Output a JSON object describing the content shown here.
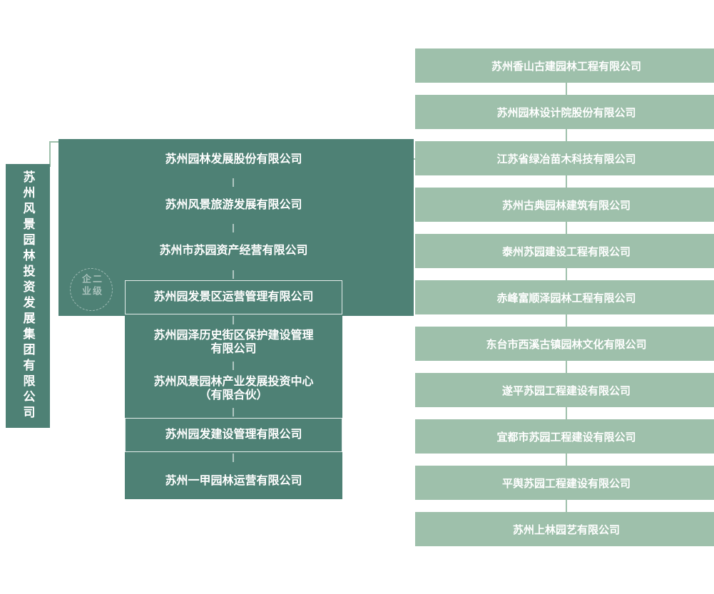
{
  "colors": {
    "dark_green": "#4e8175",
    "light_green": "#9ec0ab",
    "text": "#ffffff"
  },
  "root": {
    "name": "苏州风景园林投资发展集团有限公司"
  },
  "tier2": {
    "watermark": "二级企业",
    "items": [
      {
        "label": "苏州园林发展股份有限公司"
      },
      {
        "label": "苏州风景旅游发展有限公司"
      },
      {
        "label": "苏州市苏园资产经营有限公司"
      },
      {
        "label": "苏州园发景区运营管理有限公司"
      },
      {
        "label": "苏州园泽历史街区保护建设管理\n有限公司"
      },
      {
        "label": "苏州风景园林产业发展投资中心\n（有限合伙）"
      },
      {
        "label": "苏州园发建设管理有限公司"
      },
      {
        "label": "苏州一甲园林运营有限公司"
      }
    ]
  },
  "tier3": {
    "items": [
      {
        "label": "苏州香山古建园林工程有限公司"
      },
      {
        "label": "苏州园林设计院股份有限公司"
      },
      {
        "label": "江苏省绿冶苗木科技有限公司"
      },
      {
        "label": "苏州古典园林建筑有限公司"
      },
      {
        "label": "泰州苏园建设工程有限公司"
      },
      {
        "label": "赤峰富顺泽园林工程有限公司"
      },
      {
        "label": "东台市西溪古镇园林文化有限公司"
      },
      {
        "label": "遂平苏园工程建设有限公司"
      },
      {
        "label": "宜都市苏园工程建设有限公司"
      },
      {
        "label": "平舆苏园工程建设有限公司"
      },
      {
        "label": "苏州上林园艺有限公司"
      }
    ]
  }
}
